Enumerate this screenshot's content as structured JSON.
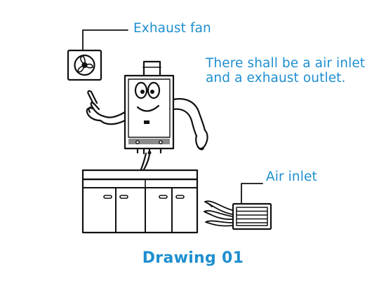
{
  "labels": {
    "exhaust_fan": "Exhaust fan",
    "note_line1": "There shall be a air inlet",
    "note_line2": "and a exhaust outlet.",
    "air_inlet": "Air inlet"
  },
  "caption": "Drawing 01",
  "colors": {
    "accent": "#1e8fcf",
    "ink": "#111111",
    "heater_band": "#8a8a8a"
  },
  "icons": {
    "fan": "exhaust-fan-icon",
    "heater": "water-heater-character-icon",
    "cabinet": "kitchen-cabinet-icon",
    "vent": "air-inlet-vent-icon"
  }
}
